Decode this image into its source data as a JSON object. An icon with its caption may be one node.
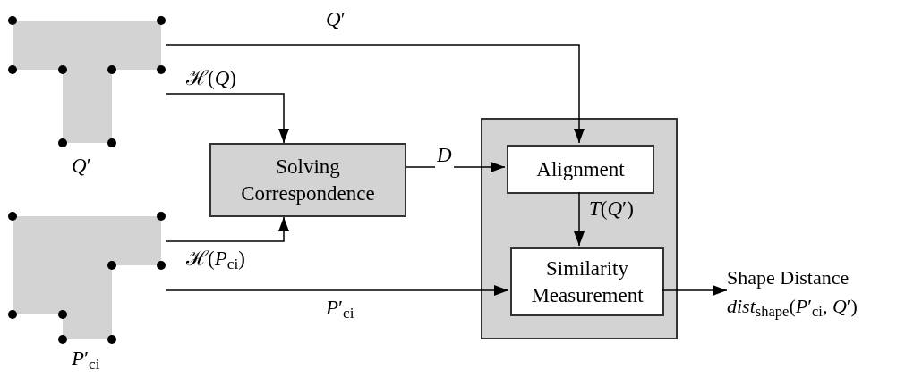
{
  "diagram": {
    "nodes": [
      {
        "text": [],
        "shape": "picture",
        "beside": [
          "*Q*′"
        ]
      },
      {
        "text": [],
        "shape": "picture",
        "beside": [
          "*P*′$_{ci}$"
        ]
      },
      {
        "text": [
          "Solving Correspondence"
        ]
      },
      {
        "text": [],
        "shape": "box"
      },
      {
        "text": [
          "Alignment"
        ],
        "in": 3
      },
      {
        "text": [
          "Similarity Measurement"
        ],
        "in": 3
      },
      {
        "text": [
          "Shape Distance",
          "*dist*$_{shape}$(*P*′$_{ci}$, *Q*′)"
        ]
      }
    ],
    "edges": [
      {
        "from": 0,
        "to": 4,
        "arrow": "to",
        "label": "*Q*′"
      },
      {
        "from": 0,
        "to": 2,
        "arrow": "to",
        "label": "ℋ(*Q*)"
      },
      {
        "from": 1,
        "to": 2,
        "arrow": "to",
        "label": "ℋ(*P*$_{ci}$)"
      },
      {
        "from": 1,
        "to": 5,
        "arrow": "to",
        "label": "*P*′$_{ci}$"
      },
      {
        "from": 2,
        "to": 4,
        "arrow": "to",
        "label": "*D*"
      },
      {
        "from": 4,
        "to": 5,
        "arrow": "to",
        "label": "*T*(*Q*′)"
      },
      {
        "from": 5,
        "to": 6,
        "arrow": "to"
      }
    ]
  }
}
